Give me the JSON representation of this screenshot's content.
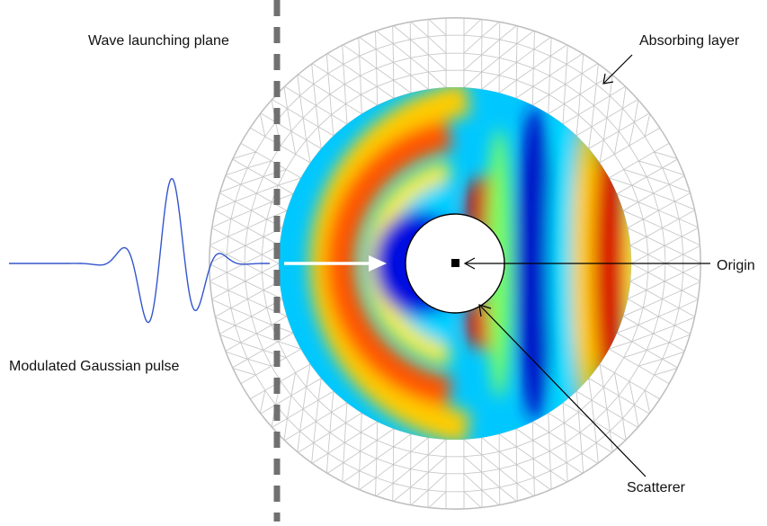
{
  "labels": {
    "wave_launching_plane": "Wave launching plane",
    "absorbing_layer": "Absorbing layer",
    "origin": "Origin",
    "modulated_gaussian_pulse": "Modulated Gaussian pulse",
    "scatterer": "Scatterer"
  },
  "colors": {
    "mesh": "#c8c8c8",
    "dashed_plane": "#707070",
    "pulse_curve": "#3355cc",
    "arrow": "#ffffff",
    "pointer": "#000000",
    "colormap": [
      "#00008f",
      "#0000ff",
      "#00b4ff",
      "#00ffff",
      "#7fff7f",
      "#ffff00",
      "#ff7f00",
      "#ff0000",
      "#b00000"
    ]
  }
}
